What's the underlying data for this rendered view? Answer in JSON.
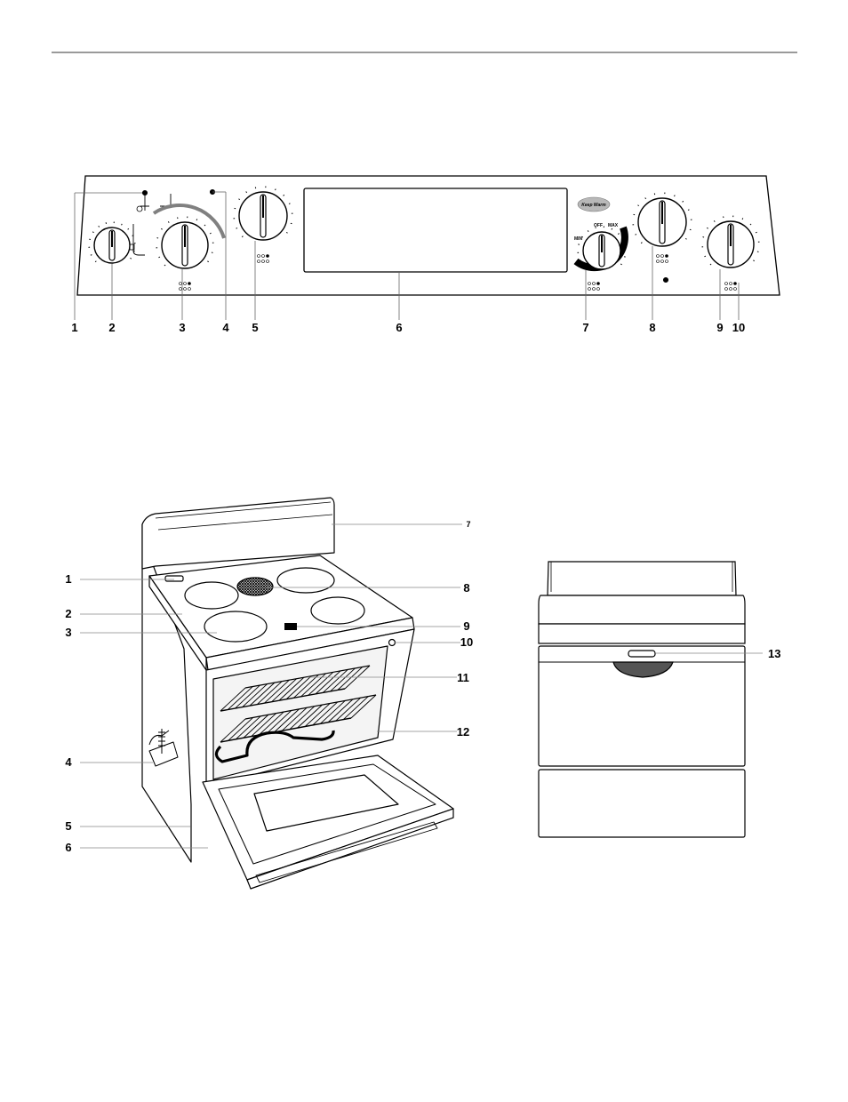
{
  "control_panel": {
    "callouts": [
      "1",
      "2",
      "3",
      "4",
      "5",
      "6",
      "7",
      "8",
      "9",
      "10"
    ],
    "brand_logo": "Keep Warm",
    "knob7_scale": {
      "off": "OFF",
      "min": "MIN",
      "max": "MAX"
    }
  },
  "range_view": {
    "callouts": [
      "1",
      "2",
      "3",
      "4",
      "5",
      "6",
      "7",
      "8",
      "9",
      "10",
      "11",
      "12"
    ]
  },
  "drawer_view": {
    "callouts": [
      "13"
    ]
  }
}
